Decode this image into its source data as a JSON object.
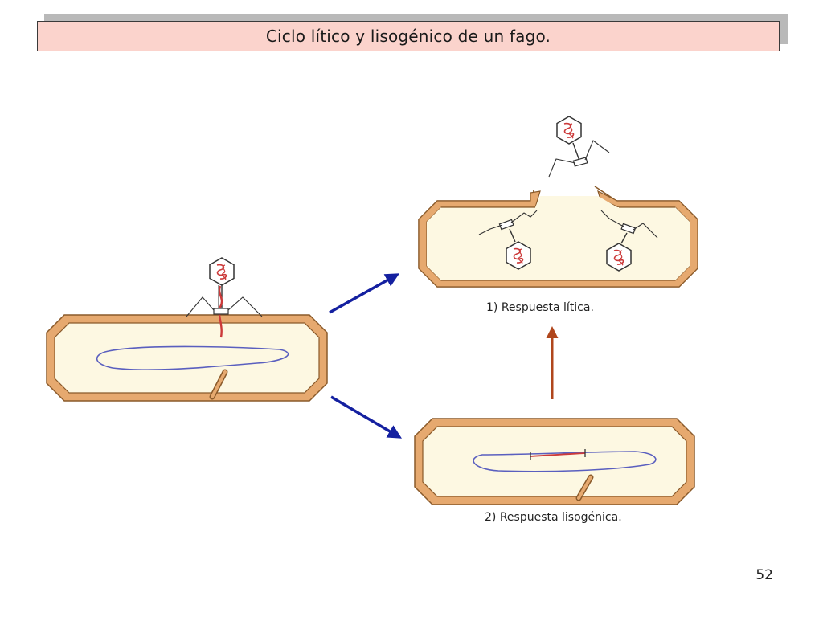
{
  "title": "Ciclo lítico y lisogénico de un fago.",
  "captions": {
    "lytic": "1) Respuesta lítica.",
    "lysogenic": "2) Respuesta lisogénica."
  },
  "page_number": "52",
  "colors": {
    "cell_wall": "#e6a96f",
    "cell_outline": "#8a5a2a",
    "cytoplasm": "#fdf8e2",
    "dna": "#5a5fbf",
    "phage_dna": "#cc3a3a",
    "arrow_blue": "#1420a0",
    "arrow_red": "#b0461c",
    "title_bg": "#fbd3cc"
  }
}
